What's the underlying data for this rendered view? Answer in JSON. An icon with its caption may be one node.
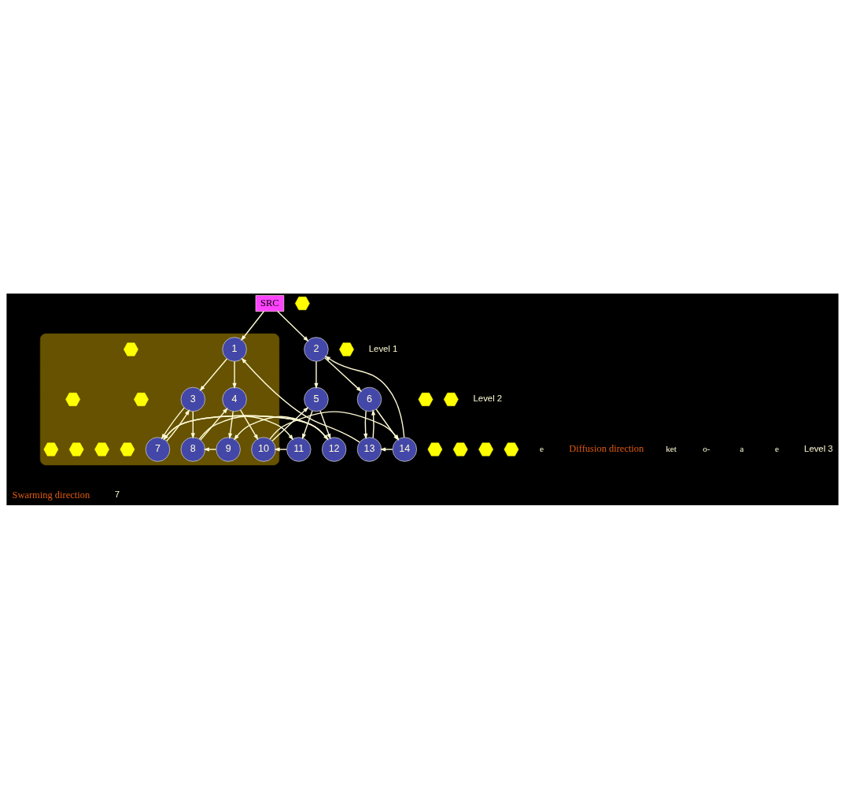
{
  "diagram": {
    "nodes": [
      {
        "text": [
          "SRC"
        ]
      },
      {
        "text": [],
        "shape": "triangle"
      },
      {
        "text": [
          "1"
        ],
        "in": 1
      },
      {
        "text": [
          "2"
        ]
      },
      {
        "text": [
          "3"
        ],
        "in": 1
      },
      {
        "text": [
          "4"
        ],
        "in": 1
      },
      {
        "text": [
          "5"
        ]
      },
      {
        "text": [
          "6"
        ]
      },
      {
        "text": [
          "7"
        ],
        "in": 1
      },
      {
        "text": [
          "8"
        ],
        "in": 1
      },
      {
        "text": [
          "9"
        ],
        "in": 1
      },
      {
        "text": [
          "10"
        ],
        "in": 1
      },
      {
        "text": [
          "11"
        ]
      },
      {
        "text": [
          "12"
        ]
      },
      {
        "text": [
          "13"
        ]
      },
      {
        "text": [
          "14"
        ]
      },
      {
        "text": [],
        "shape": "hexagon"
      },
      {
        "text": [],
        "shape": "hexagon",
        "in": 1
      },
      {
        "text": [],
        "shape": "hexagon"
      },
      {
        "text": [],
        "shape": "hexagon",
        "in": 1
      },
      {
        "text": [],
        "shape": "hexagon",
        "in": 1
      },
      {
        "text": [],
        "shape": "hexagon"
      },
      {
        "text": [],
        "shape": "hexagon"
      },
      {
        "text": [],
        "shape": "hexagon",
        "in": 1
      },
      {
        "text": [],
        "shape": "hexagon",
        "in": 1
      },
      {
        "text": [],
        "shape": "hexagon",
        "in": 1
      },
      {
        "text": [],
        "shape": "hexagon",
        "in": 1
      },
      {
        "text": [],
        "shape": "hexagon"
      },
      {
        "text": [],
        "shape": "hexagon"
      },
      {
        "text": [],
        "shape": "hexagon"
      },
      {
        "text": [],
        "shape": "hexagon"
      }
    ],
    "edges": [
      {
        "from": 0,
        "to": 2,
        "arrow": "to"
      },
      {
        "from": 0,
        "to": 3,
        "arrow": "to"
      },
      {
        "from": 2,
        "to": 4,
        "arrow": "to"
      },
      {
        "from": 2,
        "to": 5,
        "arrow": "to"
      },
      {
        "from": 3,
        "to": 6,
        "arrow": "to"
      },
      {
        "from": 3,
        "to": 7,
        "arrow": "to"
      },
      {
        "from": 4,
        "to": 8,
        "arrow": "to"
      },
      {
        "from": 4,
        "to": 9,
        "arrow": "to"
      },
      {
        "from": 5,
        "to": 10,
        "arrow": "to"
      },
      {
        "from": 5,
        "to": 11,
        "arrow": "to"
      },
      {
        "from": 6,
        "to": 12,
        "arrow": "to"
      },
      {
        "from": 6,
        "to": 13,
        "arrow": "to"
      },
      {
        "from": 7,
        "to": 14,
        "arrow": "to"
      },
      {
        "from": 7,
        "to": 15,
        "arrow": "to"
      },
      {
        "from": 8,
        "to": 4,
        "arrow": "to"
      },
      {
        "from": 9,
        "to": 5,
        "arrow": "to"
      },
      {
        "from": 10,
        "to": 9,
        "arrow": "to"
      },
      {
        "from": 11,
        "to": 6,
        "arrow": "to"
      },
      {
        "from": 12,
        "to": 11,
        "arrow": "to"
      },
      {
        "from": 14,
        "to": 2,
        "arrow": "to"
      },
      {
        "from": 14,
        "to": 7,
        "arrow": "to"
      },
      {
        "from": 15,
        "to": 3,
        "arrow": "to"
      },
      {
        "from": 15,
        "to": 14,
        "arrow": "to"
      },
      {
        "from": 13,
        "to": 8,
        "arrow": "to"
      },
      {
        "from": 13,
        "to": 10,
        "arrow": "to"
      },
      {
        "from": 8,
        "to": 13,
        "arrow": "to"
      },
      {
        "from": 9,
        "to": 12,
        "arrow": "to"
      },
      {
        "from": 11,
        "to": 15,
        "arrow": "to"
      }
    ],
    "labels": [
      "e",
      "Diffusion direction",
      "ket",
      "o-",
      "a",
      "e",
      "Level 1",
      "Level 2",
      "Level 3",
      "Swarming direction",
      "7"
    ]
  }
}
